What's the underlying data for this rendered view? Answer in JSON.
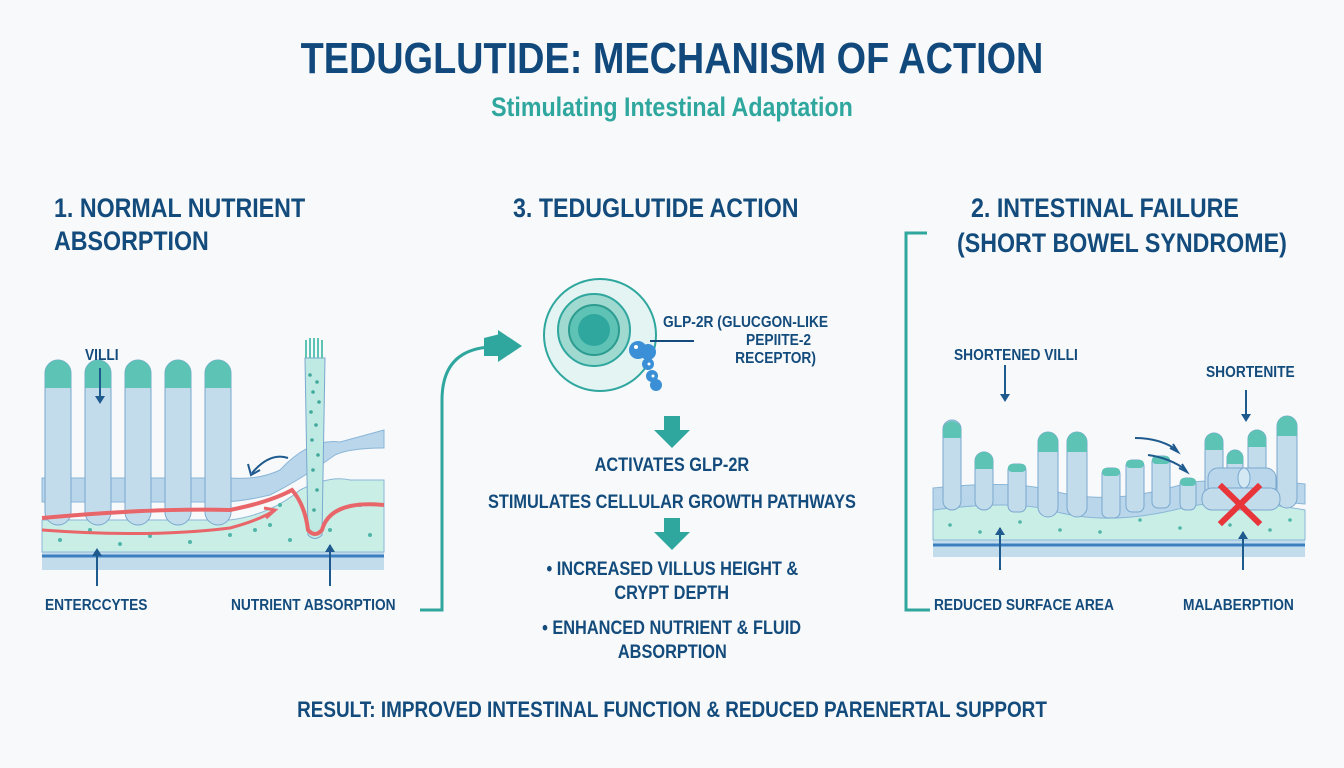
{
  "header": {
    "title": "TEDUGLUTIDE: MECHANISM OF ACTION",
    "subtitle": "Stimulating Intestinal Adaptation"
  },
  "panels": {
    "normal": {
      "title_line1": "1. NORMAL NUTRIENT",
      "title_line2": "ABSORPTION",
      "labels": {
        "villi": "VILLI",
        "enterocytes": "ENTERCCYTES",
        "nutrient_absorption": "NUTRIENT ABSORPTION"
      }
    },
    "action": {
      "title": "3. TEDUGLUTIDE ACTION",
      "receptor_label_line1": "GLP-2R (GLUCGON-LIKE",
      "receptor_label_line2": "PEPIITE-2",
      "receptor_label_line3": "RECEPTOR)",
      "step1": "ACTIVATES GLP-2R",
      "step2": "STIMULATES CELLULAR GROWTH PATHWAYS",
      "bullets": [
        {
          "line1": "• INCREASED VILLUS HEIGHT &",
          "line2": "CRYPT DEPTH"
        },
        {
          "line1": "• ENHANCED NUTRIENT & FLUID",
          "line2": "ABSORPTION"
        }
      ]
    },
    "failure": {
      "title_line1": "2. INTESTINAL FAILURE",
      "title_line2": "(SHORT BOWEL SYNDROME)",
      "labels": {
        "shortened_villi": "SHORTENED VILLI",
        "shortenite": "SHORTENITE",
        "reduced_surface_area": "REDUCED SURFACE AREA",
        "malabsorption": "MALABERPTION"
      }
    }
  },
  "result": "RESULT: IMPROVED INTESTINAL FUNCTION & REDUCED PARENERTAL SUPPORT",
  "colors": {
    "navy": "#134b7c",
    "teal": "#2fa79e",
    "villus": "#c3dcec",
    "villus_tip": "#5cc3b5",
    "tissue": "#c8eee6",
    "vessel": "#e8666a",
    "cross": "#e8353a"
  }
}
